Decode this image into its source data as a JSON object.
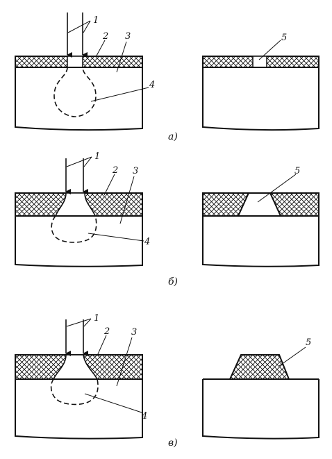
{
  "panels": [
    {
      "caption": "а)",
      "labels": {
        "beam": "1",
        "mask": "2",
        "substrate": "3",
        "interaction_zone": "4",
        "result": "5"
      }
    },
    {
      "caption": "б)",
      "labels": {
        "beam": "1",
        "mask": "2",
        "substrate": "3",
        "interaction_zone": "4",
        "result": "5"
      }
    },
    {
      "caption": "в)",
      "labels": {
        "beam": "1",
        "mask": "2",
        "substrate": "3",
        "interaction_zone": "4",
        "result": "5"
      }
    }
  ],
  "colors": {
    "ink": "#111111",
    "background": "#ffffff"
  }
}
